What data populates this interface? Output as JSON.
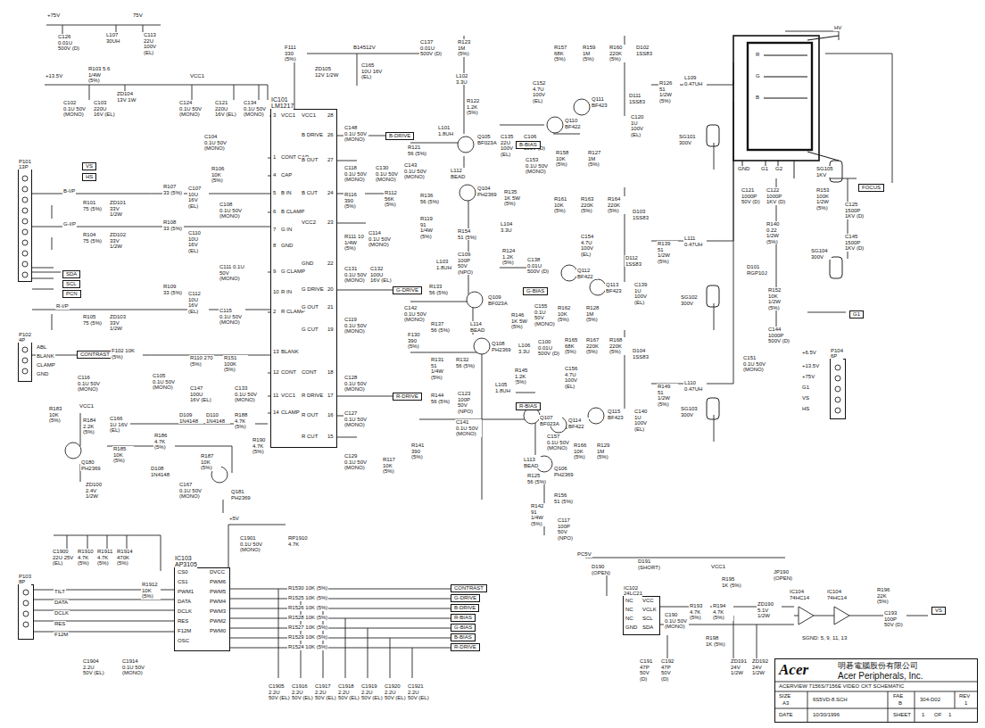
{
  "diagram": {
    "nodes": [
      {
        "text": [
          "IC101",
          "LM1217"
        ]
      },
      {
        "text": [
          "IC103",
          "AP3105"
        ]
      },
      {
        "text": [
          "IC102",
          "24LC21"
        ]
      },
      {
        "text": [
          "P101",
          "13P"
        ]
      },
      {
        "text": [
          "P102",
          "4P"
        ]
      },
      {
        "text": [
          "P103",
          "8P"
        ]
      },
      {
        "text": [
          "P104",
          "6P"
        ]
      },
      {
        "text": [
          "Acer",
          "明碁電腦股份有限公司",
          "Acer Peripherals, Inc."
        ]
      }
    ],
    "edges": [
      {
        "from": 3,
        "to": 0,
        "arrow": "none"
      },
      {
        "from": 4,
        "to": 0,
        "arrow": "none"
      },
      {
        "from": 5,
        "to": 1,
        "arrow": "none"
      }
    ],
    "labels": [
      "+75V",
      "C126 0.01U 500V (D)",
      "L107 30UH",
      "75V",
      "C113 22U 100V (EL)",
      "+13.5V",
      "R103 5.6 1/4W (5%)",
      "ZD104 13V 1W",
      "C102 0.1U 50V (MONO)",
      "C103 220U 16V (EL)",
      "VCC1",
      "C124 0.1U 50V (MONO)",
      "C121 220U 16V (EL)",
      "C134 0.1U 50V (MONO)",
      "C104 0.1U 50V (MONO)",
      "R106 10K (5%)",
      "F111 330 (5%)",
      "ZD105 12V 1/2W",
      "B14512V",
      "C165 10U 16V (EL)",
      "VS",
      "HS",
      "B-I/P",
      "R101 75 (5%)",
      "ZD101 33V 1/2W",
      "R107 33 (5%)",
      "C107 10U 16V (EL)",
      "G-I/P",
      "R104 75 (5%)",
      "ZD102 33V 1/2W",
      "R108 33 (5%)",
      "C110 10U 16V (EL)",
      "C108 0.1U 50V (MONO)",
      "SDA",
      "SCL",
      "PCN",
      "R-I/P",
      "R105 75 (5%)",
      "ZD103 33V 1/2W",
      "R109 33 (5%)",
      "C112 10U 16V (EL)",
      "C111 0.1U 50V (MONO)",
      "C115 0.1U 50V (MONO)",
      "ABL",
      "BLANK",
      "CLAMP",
      "GND",
      "CONTRAST",
      "F102 10K (5%)",
      "C116 0.1U 50V (MONO)",
      "C105 0.1U 50V (MONO)",
      "R110 270 (5%)",
      "R151 100K (5%)",
      "C147 100U 16V (EL)",
      "C133 0.1U 50V (MONO)",
      "R183 10K (5%)",
      "VCC1",
      "R184 2.2K (5%)",
      "C166 1U 16V (EL)",
      "R185 10K (5%)",
      "Q180 PH2369",
      "ZD100 2.4V 1/2W",
      "D108 1N4148",
      "R186 4.7K (5%)",
      "D109 1N4148",
      "D110 1N4148",
      "R188 4.7K (5%)",
      "C167 0.1U 50V (MONO)",
      "R187 10K (5%)",
      "Q181 PH2369",
      "R190 4.7K (5%)",
      "3",
      "VCC1",
      "1",
      "CONT CAP",
      "4",
      "CAP",
      "5",
      "B IN",
      "6",
      "B CLAMP",
      "7",
      "G IN",
      "8",
      "GND",
      "9",
      "G CLAMP",
      "10",
      "R IN",
      "2",
      "R CLAMP",
      "13",
      "BLANK",
      "12",
      "CONT",
      "11",
      "VCC1",
      "14",
      "CLAMP",
      "28",
      "VCC1",
      "26",
      "B DRIVE",
      "27",
      "B OUT",
      "24",
      "B CUT",
      "23",
      "VCC2",
      "22",
      "GND",
      "20",
      "G DRIVE",
      "21",
      "G OUT",
      "19",
      "G CUT",
      "18",
      "CONT",
      "17",
      "R DRIVE",
      "16",
      "R OUT",
      "15",
      "R CUT",
      "C148 0.1U 50V (MONO)",
      "B-DRIVE",
      "C118 0.1U 50V (MONO)",
      "C130 0.1U 50V (MONO)",
      "R116 390 (5%)",
      "R112 56K (5%)",
      "R111 10 1/4W (5%)",
      "C114 0.1U 50V (MONO)",
      "C131 0.1U 50V (MONO)",
      "C132 100U 16V (EL)",
      "G-DRIVE",
      "C119 0.1U 50V (MONO)",
      "C128 0.1U 50V (MONO)",
      "R-DRIVE",
      "C127 0.1U 50V (MONO)",
      "C129 0.1U 50V (MONO)",
      "R117 10K (5%)",
      "R141 390 (5%)",
      "F130 390 (5%)",
      "C137 0.01U 500V (D)",
      "R123 1M (5%)",
      "L102 3.3U",
      "R122 1.2K (5%)",
      "L101 1.8UH",
      "R121 56 (5%)",
      "C143 0.1U 50V (MONO)",
      "Q105 BF023A",
      "C135 22U 100V (EL)",
      "C106 0.01U 500V (D)",
      "L112 BEAD",
      "Q104 PH2369",
      "R136 56 (5%)",
      "R135 1K 5W (5%)",
      "R119 91 1/4W (5%)",
      "R154 51 (5%)",
      "C109 100P 50V (NPO)",
      "L104 3.3U",
      "L103 1.8UH",
      "R124 1.2K (5%)",
      "C138 0.01U 500V (D)",
      "R133 56 (5%)",
      "C142 0.1U 50V (MONO)",
      "Q109 BF023A",
      "R137 56 (5%)",
      "L114 BEAD",
      "Q108 PH2369",
      "R131 51 1/4W (5%)",
      "R132 56 (5%)",
      "C123 100P 50V (NPO)",
      "R144 56 (5%)",
      "C141 0.1U 50V (MONO)",
      "R146 1K 5W (5%)",
      "L106 3.3U",
      "R145 1.2K (5%)",
      "L105 1.8UH",
      "C100 0.01U 500V (D)",
      "Q107 BF023A",
      "L113 BEAD",
      "Q106 PH2369",
      "R125 56 (5%)",
      "R156 51 (5%)",
      "R142 91 1/4W (5%)",
      "C117 100P 50V (NPO)",
      "R157 68K (5%)",
      "R159 1M (5%)",
      "R160 220K (5%)",
      "D102 1SS83",
      "C152 4.7U 100V (EL)",
      "Q111 BF423",
      "D111 1SS83",
      "Q110 BF422",
      "C120 1U 100V (EL)",
      "B-BIAS",
      "C153 0.1U 50V (MONO)",
      "R158 10K (5%)",
      "R127 1M (5%)",
      "R126 51 1/2W (5%)",
      "L109 0.47UH",
      "SG101 300V",
      "R161 10K (5%)",
      "R163 220K (5%)",
      "R164 220K (5%)",
      "D103 1SS83",
      "C154 4.7U 100V (EL)",
      "D112 1SS83",
      "R139 51 1/2W (5%)",
      "L111 0.47UH",
      "Q112 BF422",
      "Q113 BF423",
      "C139 1U 100V (EL)",
      "G-BIAS",
      "C155 0.1U 50V (MONO)",
      "R162 10K (5%)",
      "R128 1M (5%)",
      "SG102 300V",
      "R165 68K (5%)",
      "R167 220K (5%)",
      "R168 220K (5%)",
      "D104 1SS83",
      "C156 4.7U 100V (EL)",
      "R149 51 1/2W (5%)",
      "L110 0.47UH",
      "Q114 BF422",
      "Q115 BF423",
      "C140 1U 100V (EL)",
      "R-BIAS",
      "C157 0.1U 50V (MONO)",
      "R166 10K (5%)",
      "R129 1M (5%)",
      "SG103 300V",
      "HV",
      "R",
      "G",
      "B",
      "GND",
      "G1",
      "G2",
      "SG105 1KV",
      "FOCUS",
      "C121 1000P 50V (D)",
      "C122 1000P 1KV (D)",
      "R153 100K 1/2W (5%)",
      "C125 1500P 1KV (D)",
      "R140 0.22 1/2W (5%)",
      "C145 1500P 1KV (D)",
      "SG104 300V",
      "D101 RGP10J",
      "R152 10K 1/2W (5%)",
      "G1",
      "C144 1000P 500V (D)",
      "C151 0.1U 50V (MONO)",
      "+6.5V",
      "+13.5V",
      "+75V",
      "G1",
      "VS",
      "HS",
      "+5V",
      "C1900 22U 25V (EL)",
      "R1910 4.7K (5%)",
      "R1911 4.7K (5%)",
      "R1914 470K (5%)",
      "R1912 10K (5%)",
      "C1901 0.1U 50V (MONO)",
      "RP1910 4.7K",
      "TILT",
      "DATA",
      "DCLK",
      "RES",
      "F12M",
      "CS0",
      "CS1",
      "PWM1",
      "DATA",
      "DCLK",
      "RES",
      "F12M",
      "OSC",
      "DVCC",
      "PWM6",
      "PWM5",
      "PWM4",
      "PWM3",
      "PWM2",
      "PWM0",
      "R1530 10K (5%)",
      "R1525 10K (5%)",
      "R1526 10K (5%)",
      "R1528 10K (5%)",
      "R1527 10K (5%)",
      "R1529 10K (5%)",
      "R1524 10K (5%)",
      "CONTRAST",
      "G-DRIVE",
      "B-DRIVE",
      "R-BIAS",
      "G-BIAS",
      "B-BIAS",
      "R-DRIVE",
      "C1904 2.2U 50V (EL)",
      "C1914 0.1U 50V (MONO)",
      "C1905 2.2U 50V (EL)",
      "C1916 2.2U 50V (EL)",
      "C1917 2.2U 50V (EL)",
      "C1918 2.2U 50V (EL)",
      "C1919 2.2U 50V (EL)",
      "C1920 2.2U 50V (EL)",
      "C1921 2.2U 50V (EL)",
      "PC5V",
      "D190 (OPEN)",
      "D191 (SHORT)",
      "VCC1",
      "R195 1K (5%)",
      "JP190 (OPEN)",
      "C190 0.1U 50V (MONO)",
      "R193 4.7K (5%)",
      "R194 4.7K (5%)",
      "ZD190 5.1V 1/2W",
      "NC",
      "NC",
      "NC",
      "GND",
      "VCC",
      "VCLK",
      "SCL",
      "SDA",
      "C191 47P 50V (D)",
      "C192 47P 50V (D)",
      "R198 1K (5%)",
      "ZD191 24V 1/2W",
      "ZD192 24V 1/2W",
      "IC104 74HC14",
      "IC104 74HC14",
      "SGND: 5, 9, 11, 13",
      "R196 22K (5%)",
      "C193 100P 50V (D)",
      "VS",
      "ACERVIEW 7156S/7156E VIDEO CKT SCHEMATIC",
      "SIZE",
      "A3",
      "6S5VD-8.SCH",
      "FAE",
      "B",
      "304-D02",
      "REV",
      "1",
      "DATE",
      "10/30/1996",
      "SHEET",
      "1",
      "OF",
      "1"
    ]
  }
}
